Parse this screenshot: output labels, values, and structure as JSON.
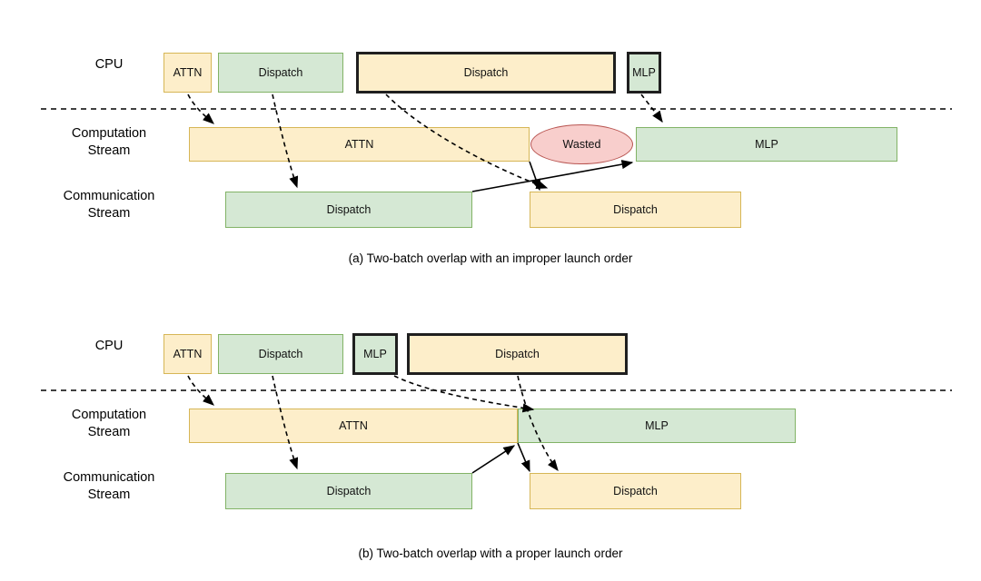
{
  "figure": {
    "panels": [
      {
        "id": "panel-a",
        "caption": "(a) Two-batch overlap with an improper launch order",
        "rows": [
          {
            "id": "cpu",
            "label": "CPU"
          },
          {
            "id": "computation",
            "label": "Computation\nStream"
          },
          {
            "id": "communication",
            "label": "Communication\nStream"
          }
        ],
        "cpu_blocks": [
          {
            "id": "a-cpu-attn",
            "label": "ATTN",
            "color": "yellow",
            "thick": false
          },
          {
            "id": "a-cpu-dispatch-1",
            "label": "Dispatch",
            "color": "green",
            "thick": false
          },
          {
            "id": "a-cpu-dispatch-2",
            "label": "Dispatch",
            "color": "yellow",
            "thick": true
          },
          {
            "id": "a-cpu-mlp",
            "label": "MLP",
            "color": "green",
            "thick": true
          }
        ],
        "computation_blocks": [
          {
            "id": "a-comp-attn",
            "label": "ATTN",
            "color": "yellow",
            "thick": false
          },
          {
            "id": "a-comp-wasted",
            "label": "Wasted",
            "color": "red",
            "shape": "ellipse"
          },
          {
            "id": "a-comp-mlp",
            "label": "MLP",
            "color": "green",
            "thick": false
          }
        ],
        "communication_blocks": [
          {
            "id": "a-comm-dispatch-1",
            "label": "Dispatch",
            "color": "green",
            "thick": false
          },
          {
            "id": "a-comm-dispatch-2",
            "label": "Dispatch",
            "color": "yellow",
            "thick": false
          }
        ]
      },
      {
        "id": "panel-b",
        "caption": "(b) Two-batch overlap with a proper launch order",
        "rows": [
          {
            "id": "cpu",
            "label": "CPU"
          },
          {
            "id": "computation",
            "label": "Computation\nStream"
          },
          {
            "id": "communication",
            "label": "Communication\nStream"
          }
        ],
        "cpu_blocks": [
          {
            "id": "b-cpu-attn",
            "label": "ATTN",
            "color": "yellow",
            "thick": false
          },
          {
            "id": "b-cpu-dispatch-1",
            "label": "Dispatch",
            "color": "green",
            "thick": false
          },
          {
            "id": "b-cpu-mlp",
            "label": "MLP",
            "color": "green",
            "thick": true
          },
          {
            "id": "b-cpu-dispatch-2",
            "label": "Dispatch",
            "color": "yellow",
            "thick": true
          }
        ],
        "computation_blocks": [
          {
            "id": "b-comp-attn",
            "label": "ATTN",
            "color": "yellow",
            "thick": false
          },
          {
            "id": "b-comp-mlp",
            "label": "MLP",
            "color": "green",
            "thick": false
          }
        ],
        "communication_blocks": [
          {
            "id": "b-comm-dispatch-1",
            "label": "Dispatch",
            "color": "green",
            "thick": false
          },
          {
            "id": "b-comm-dispatch-2",
            "label": "Dispatch",
            "color": "yellow",
            "thick": false
          }
        ]
      }
    ],
    "colors": {
      "yellow_fill": "#fdeeca",
      "yellow_stroke": "#d6b656",
      "green_fill": "#d5e8d4",
      "green_stroke": "#82b366",
      "red_fill": "#f8cecc",
      "red_stroke": "#b85450",
      "thick_stroke": "#1f1f1f",
      "line": "#000000",
      "background": "#ffffff"
    }
  }
}
